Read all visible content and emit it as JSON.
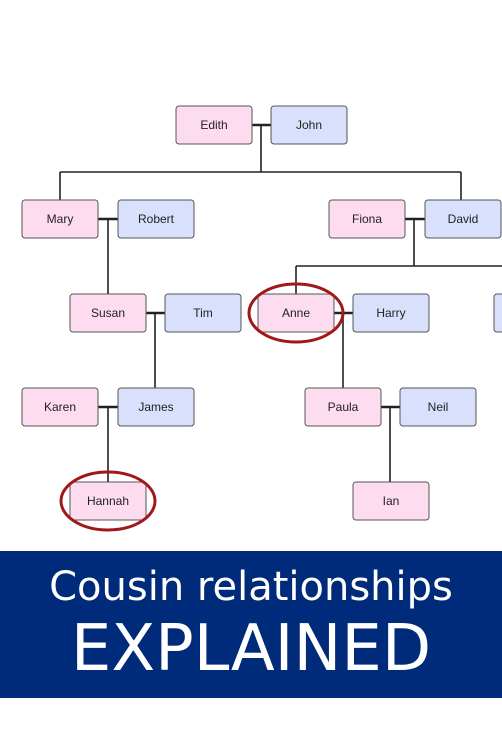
{
  "colors": {
    "female_fill": "#fddcf0",
    "male_fill": "#d9e0fb",
    "box_stroke": "#555555",
    "line": "#222222",
    "highlight": "#a01818",
    "banner_bg": "#002a7a",
    "banner_text": "#ffffff"
  },
  "people": {
    "edith": "Edith",
    "john": "John",
    "mary": "Mary",
    "robert": "Robert",
    "fiona": "Fiona",
    "david": "David",
    "susan": "Susan",
    "tim": "Tim",
    "anne": "Anne",
    "harry": "Harry",
    "karen": "Karen",
    "james": "James",
    "paula": "Paula",
    "neil": "Neil",
    "hannah": "Hannah",
    "ian": "Ian"
  },
  "highlighted": [
    "anne",
    "hannah"
  ],
  "banner": {
    "line1": "Cousin relationships",
    "line2": "EXPLAINED"
  }
}
